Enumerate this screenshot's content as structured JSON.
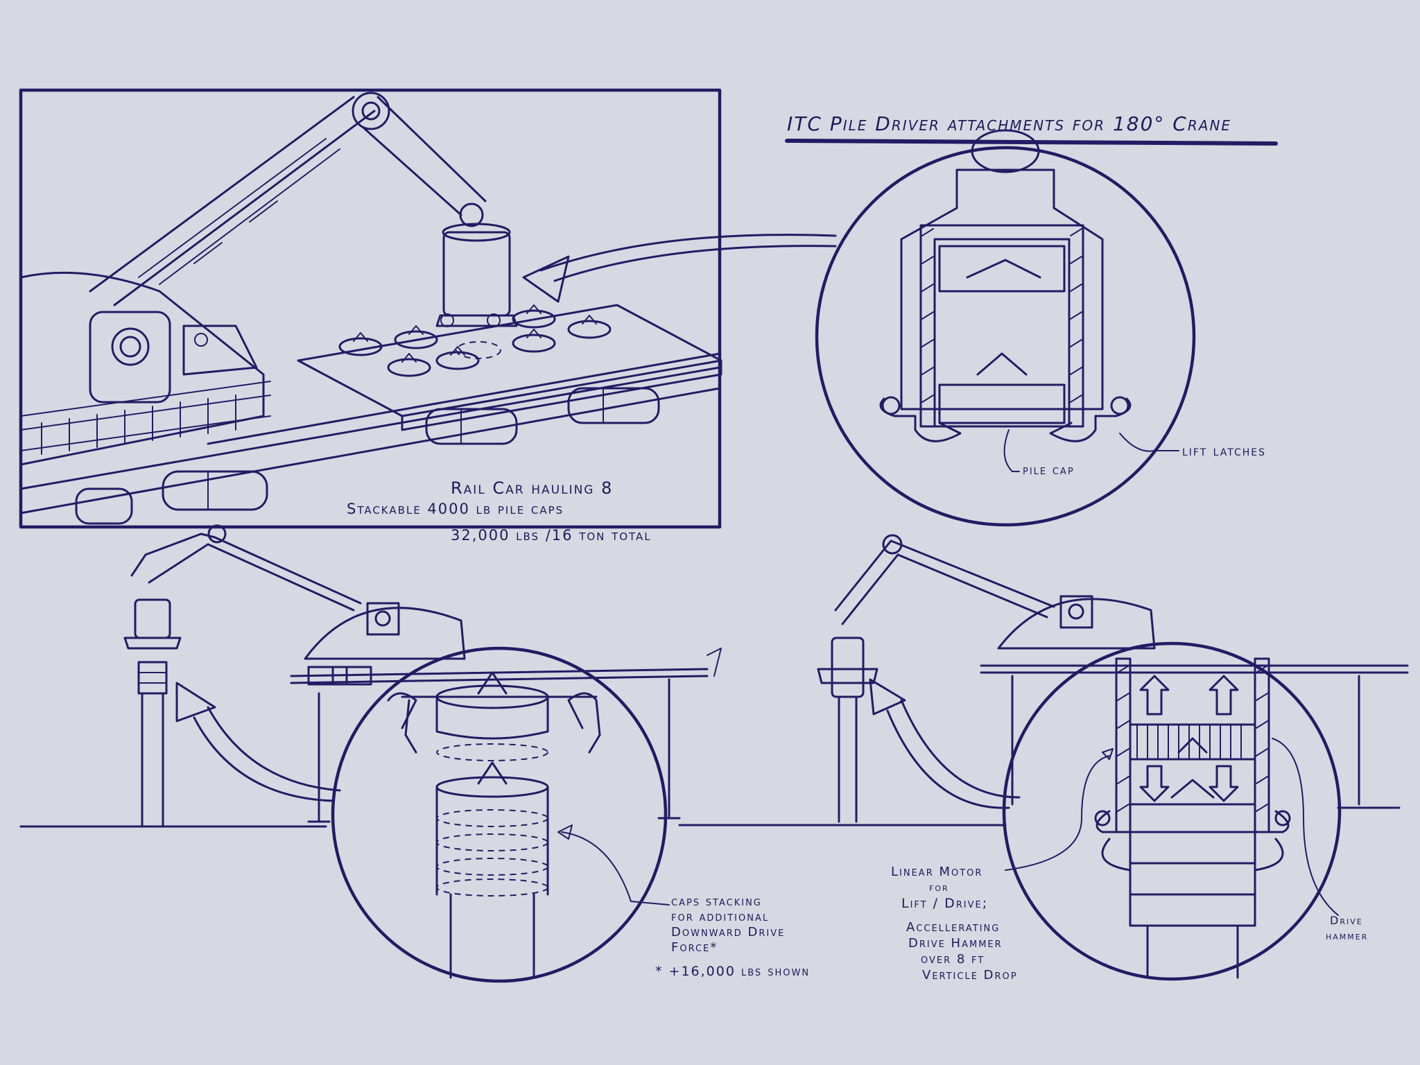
{
  "title": "ITC  Pile Driver attachments for 180° Crane",
  "inset_caption": {
    "line1": "Rail Car hauling 8",
    "line2": "Stackable 4000 lb pile caps",
    "line3": "32,000 lbs /16 ton total"
  },
  "detail_top": {
    "pile_cap_label": "pile cap",
    "lift_latches_label": "lift latches"
  },
  "detail_left": {
    "line1": "caps stacking",
    "line2": "for additional",
    "line3": "Downward Drive",
    "line4": "Force*",
    "footnote": "* +16,000 lbs shown"
  },
  "detail_right": {
    "line1": "Linear Motor",
    "line2": "for",
    "line3": "Lift / Drive;",
    "line4": "Accellerating",
    "line5": "Drive Hammer",
    "line6": "over  8 ft",
    "line7": "Verticle Drop",
    "drive_label_1": "Drive",
    "drive_label_2": "hammer"
  },
  "colors": {
    "paper": "#d6d9e2",
    "ink": "#221c64"
  }
}
